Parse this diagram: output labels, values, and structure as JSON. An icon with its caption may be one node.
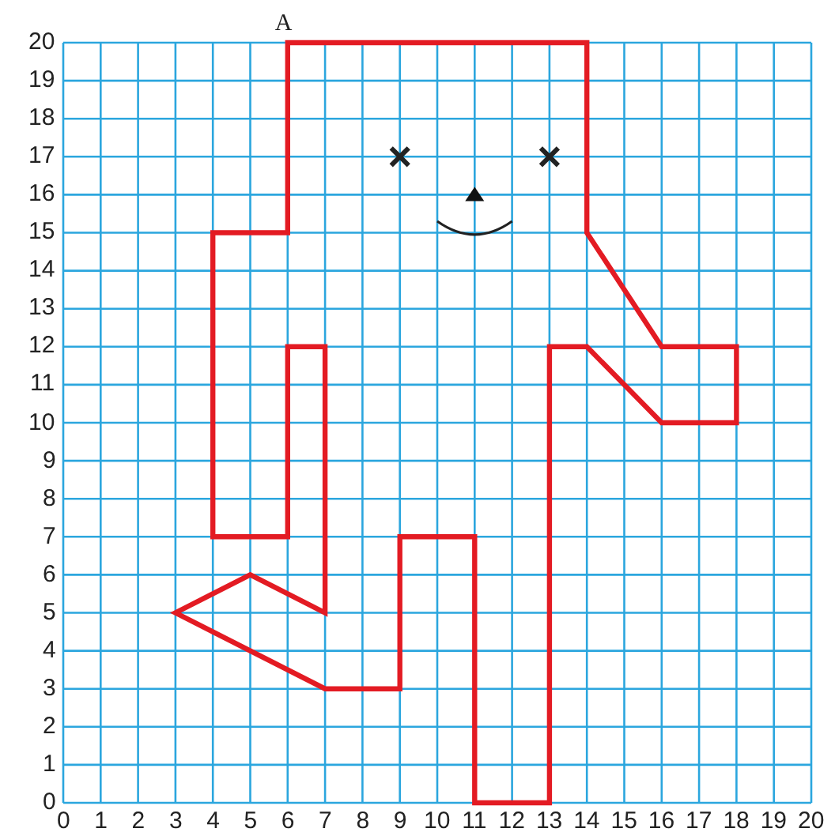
{
  "diagram": {
    "labels": [
      "A",
      "20",
      "19",
      "18",
      "17",
      "16",
      "15",
      "14",
      "13",
      "12",
      "11",
      "10",
      "9",
      "8",
      "7",
      "6",
      "5",
      "4",
      "3",
      "2",
      "1",
      "0",
      "0",
      "1",
      "2",
      "3",
      "4",
      "5",
      "6",
      "7",
      "8",
      "9",
      "10",
      "11",
      "12",
      "13",
      "14",
      "15",
      "16",
      "17",
      "18",
      "19",
      "20"
    ]
  }
}
